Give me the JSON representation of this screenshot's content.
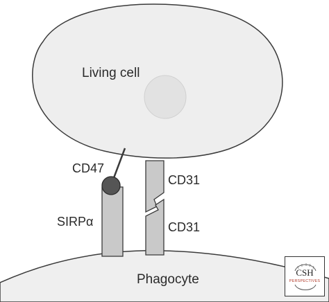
{
  "labels": {
    "living_cell": "Living cell",
    "cd47": "CD47",
    "cd31_top": "CD31",
    "cd31_bottom": "CD31",
    "sirpa": "SIRPα",
    "phagocyte": "Phagocyte"
  },
  "logo": {
    "main": "CSH",
    "sub": "PERSPECTIVES"
  },
  "colors": {
    "cell_fill": "#eeeeee",
    "nucleus_fill": "#e0e0e0",
    "outline": "#3a3a3a",
    "receptor_fill": "#c9c9c9",
    "cd47_ball": "#555555",
    "logo_accent": "#b23a2a"
  }
}
